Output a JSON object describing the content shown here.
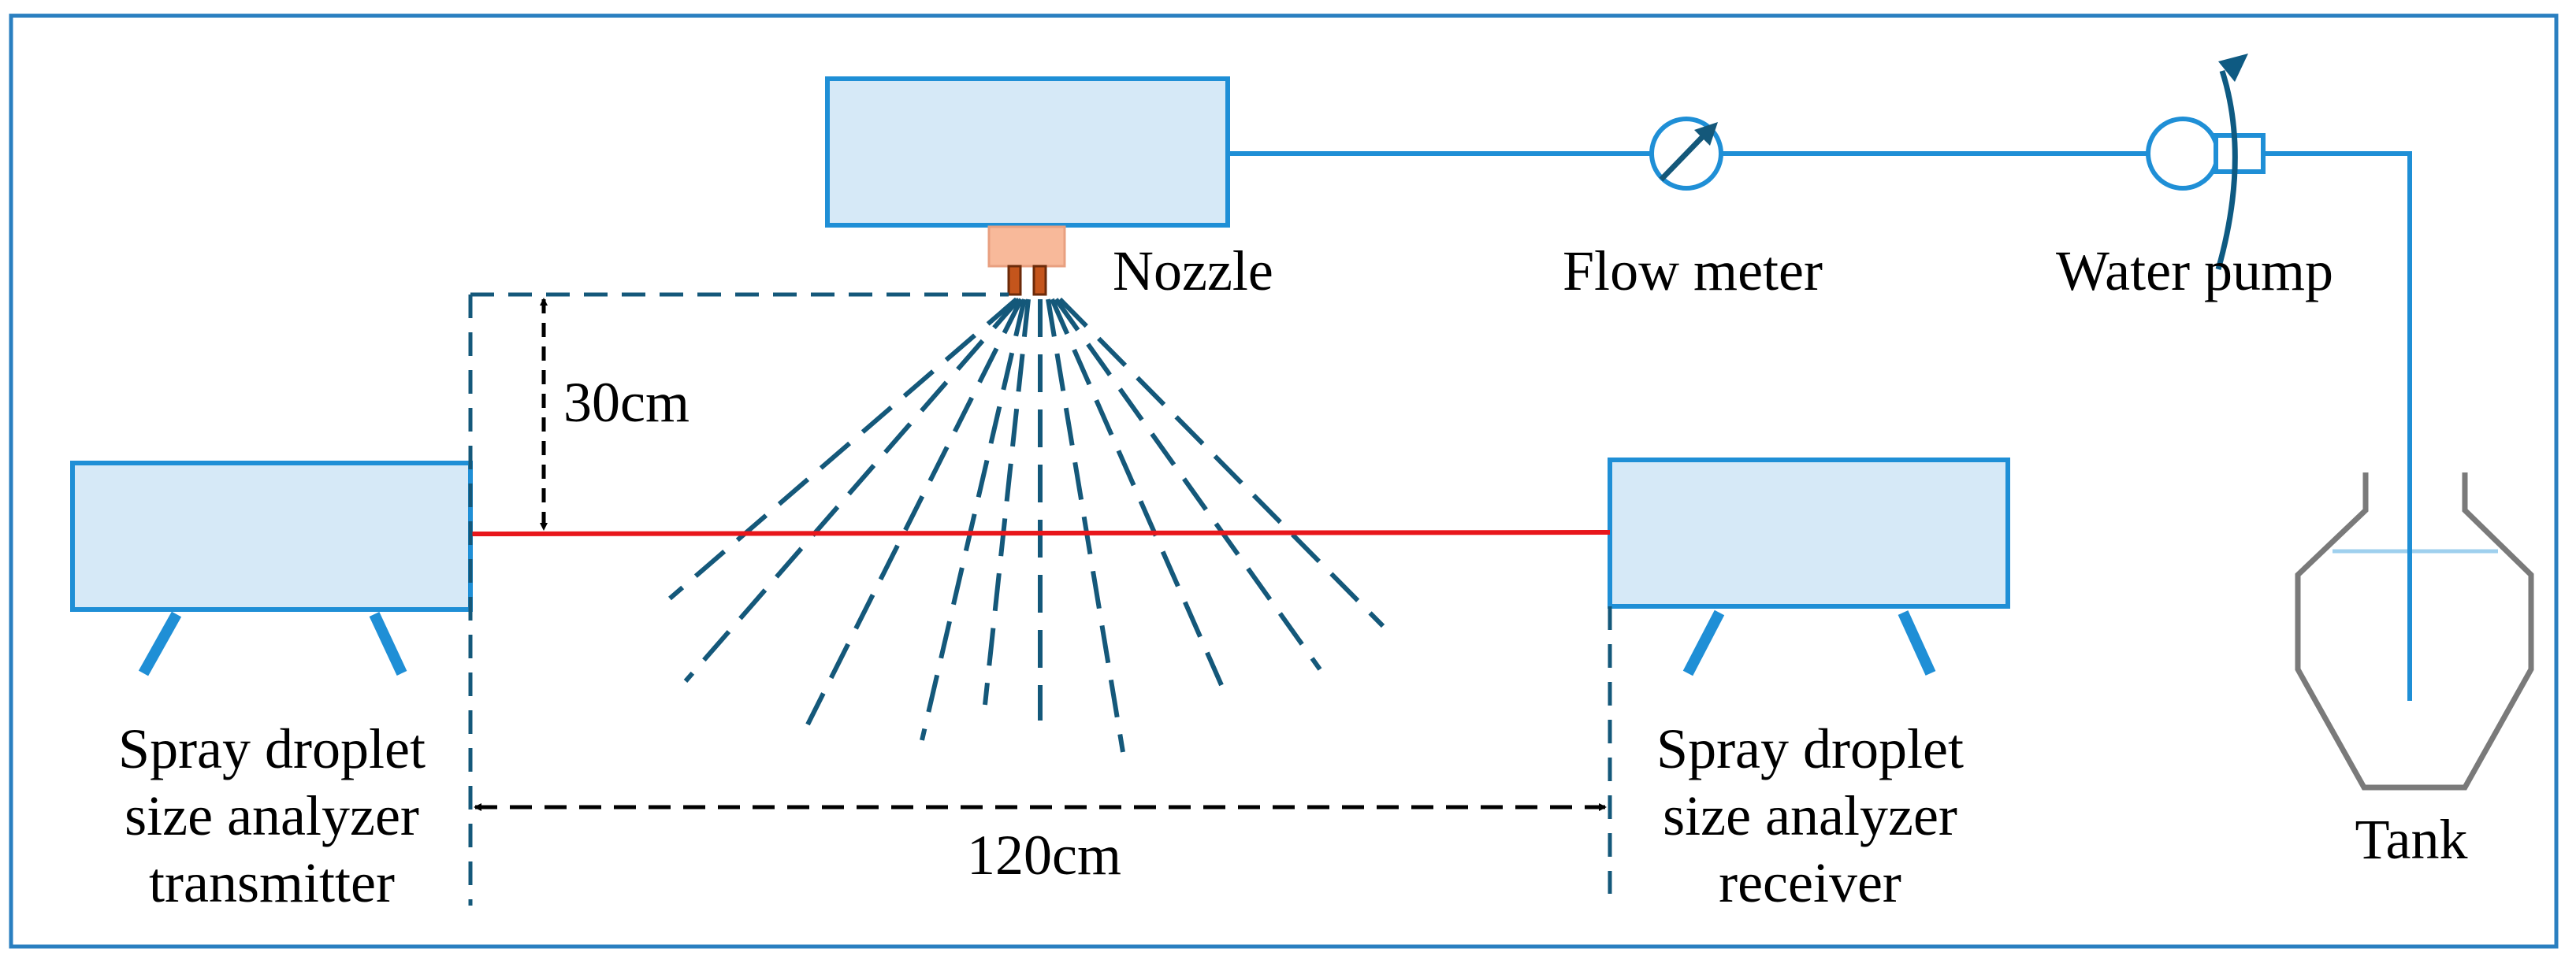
{
  "labels": {
    "nozzle": "Nozzle",
    "flow_meter": "Flow meter",
    "water_pump": "Water pump",
    "tank": "Tank",
    "height": "30cm",
    "distance": "120cm",
    "transmitter": [
      "Spray droplet",
      "size analyzer",
      "transmitter"
    ],
    "receiver": [
      "Spray droplet",
      "size analyzer",
      "receiver"
    ]
  },
  "colors": {
    "frame": "#2a7fc0",
    "box_fill": "#d6e9f7",
    "box_stroke": "#1f8fd6",
    "pipe": "#1f8fd6",
    "spray": "#14587a",
    "laser": "#e8161b",
    "nozzle_body": "#f8b99a",
    "nozzle_tip": "#c4551c",
    "tank": "#7a7a7a",
    "water_line": "#9fd0ee",
    "pump_arrow": "#0e5a82",
    "dimension": "#000000"
  }
}
